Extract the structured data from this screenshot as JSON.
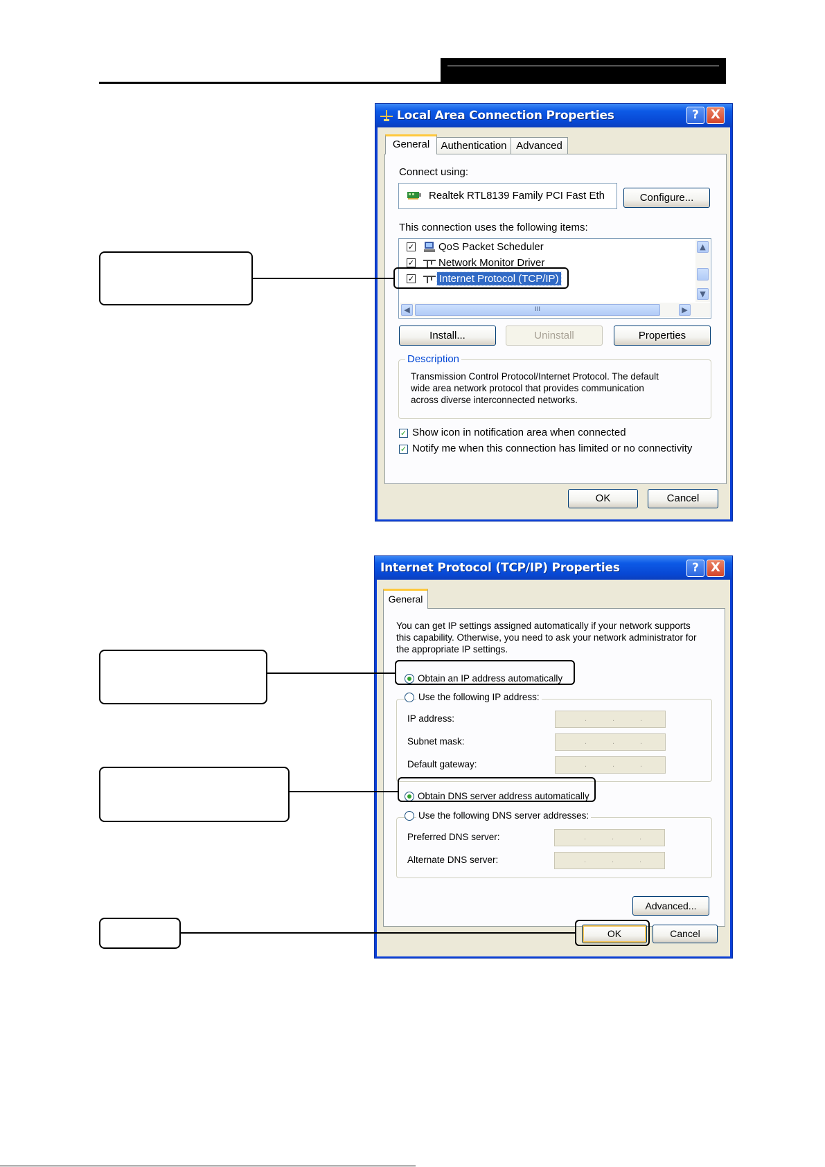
{
  "dialog1": {
    "title": "Local Area Connection Properties",
    "help_label": "?",
    "close_label": "X",
    "tabs": [
      "General",
      "Authentication",
      "Advanced"
    ],
    "connect_using_label": "Connect using:",
    "adapter_name": "Realtek RTL8139 Family PCI Fast Eth",
    "configure_label": "Configure...",
    "items_label": "This connection uses the following items:",
    "items": [
      "QoS Packet Scheduler",
      "Network Monitor Driver",
      "Internet Protocol (TCP/IP)"
    ],
    "hscroll_grip": "III",
    "install_label": "Install...",
    "uninstall_label": "Uninstall",
    "properties_label": "Properties",
    "description_label": "Description",
    "description_lines": [
      "Transmission Control Protocol/Internet Protocol. The default",
      "wide area network protocol that provides communication",
      "across diverse interconnected networks."
    ],
    "show_icon_label": "Show icon in notification area when connected",
    "notify_label": "Notify me when this connection has limited or no connectivity",
    "ok_label": "OK",
    "cancel_label": "Cancel"
  },
  "dialog2": {
    "title": "Internet Protocol (TCP/IP) Properties",
    "help_label": "?",
    "close_label": "X",
    "tab": "General",
    "intro_lines": [
      "You can get IP settings assigned automatically if your network supports",
      "this capability. Otherwise, you need to ask your network administrator for",
      "the appropriate IP settings."
    ],
    "obtain_ip_label": "Obtain an IP address automatically",
    "use_ip_label": "Use the following IP address:",
    "ip_address_label": "IP address:",
    "subnet_label": "Subnet mask:",
    "gateway_label": "Default gateway:",
    "obtain_dns_label": "Obtain DNS server address automatically",
    "use_dns_label": "Use the following DNS server addresses:",
    "preferred_dns_label": "Preferred DNS server:",
    "alternate_dns_label": "Alternate DNS server:",
    "ip_dots": ".",
    "advanced_label": "Advanced...",
    "ok_label": "OK",
    "cancel_label": "Cancel"
  },
  "colors": {
    "titlebar": "#0848d4",
    "dialog_bg": "#ece9d8",
    "selection": "#316ac5",
    "radio_dot": "#2fa22f",
    "active_tab_accent": "#ffc83c"
  }
}
